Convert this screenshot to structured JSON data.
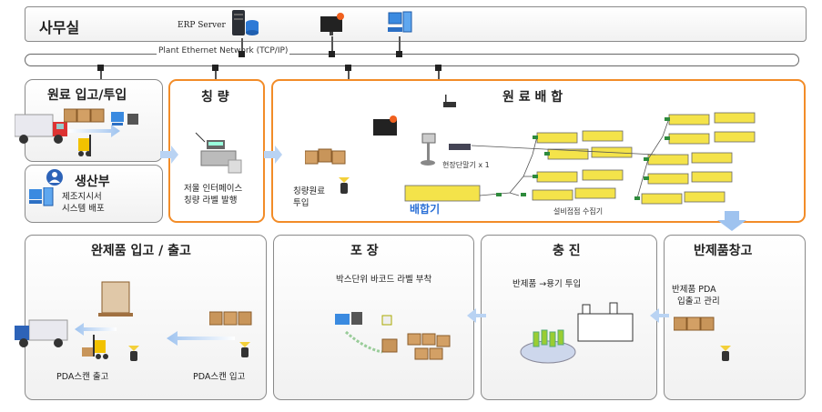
{
  "office": {
    "title": "사무실",
    "erp_label": "ERP  Server"
  },
  "network": {
    "label": "Plant Ethernet Network (TCP/IP)"
  },
  "raw_input": {
    "title": "원료 입고/투입"
  },
  "production": {
    "title": "생산부",
    "line1": "제조지시서",
    "line2": "시스템 배포"
  },
  "weighing": {
    "title": "칭 량",
    "line1": "저울 인터페이스",
    "line2": "칭량 라벨 발행"
  },
  "mixing": {
    "title": "원 료 배 합",
    "terminal": "현장단말기 x 1",
    "weighed_line1": "칭량원료",
    "weighed_line2": "투입",
    "mixer": "배합기",
    "collector": "설비접점 수집기"
  },
  "semi_warehouse": {
    "title": "반제품창고",
    "line1": "반제품 PDA",
    "line2": "입출고 관리"
  },
  "filling": {
    "title": "충 진",
    "caption": "반제품 →용기 투입"
  },
  "packing": {
    "title": "포 장",
    "caption": "박스단위 바코드 라벨 부착"
  },
  "finished": {
    "title": "완제품 입고 / 출고",
    "scan_out": "PDA스캔 출고",
    "scan_in": "PDA스캔 입고"
  },
  "colors": {
    "accent_orange": "#f28c28",
    "flow_blue": "#9fc3ef",
    "machine_yellow": "#f4e34a"
  }
}
